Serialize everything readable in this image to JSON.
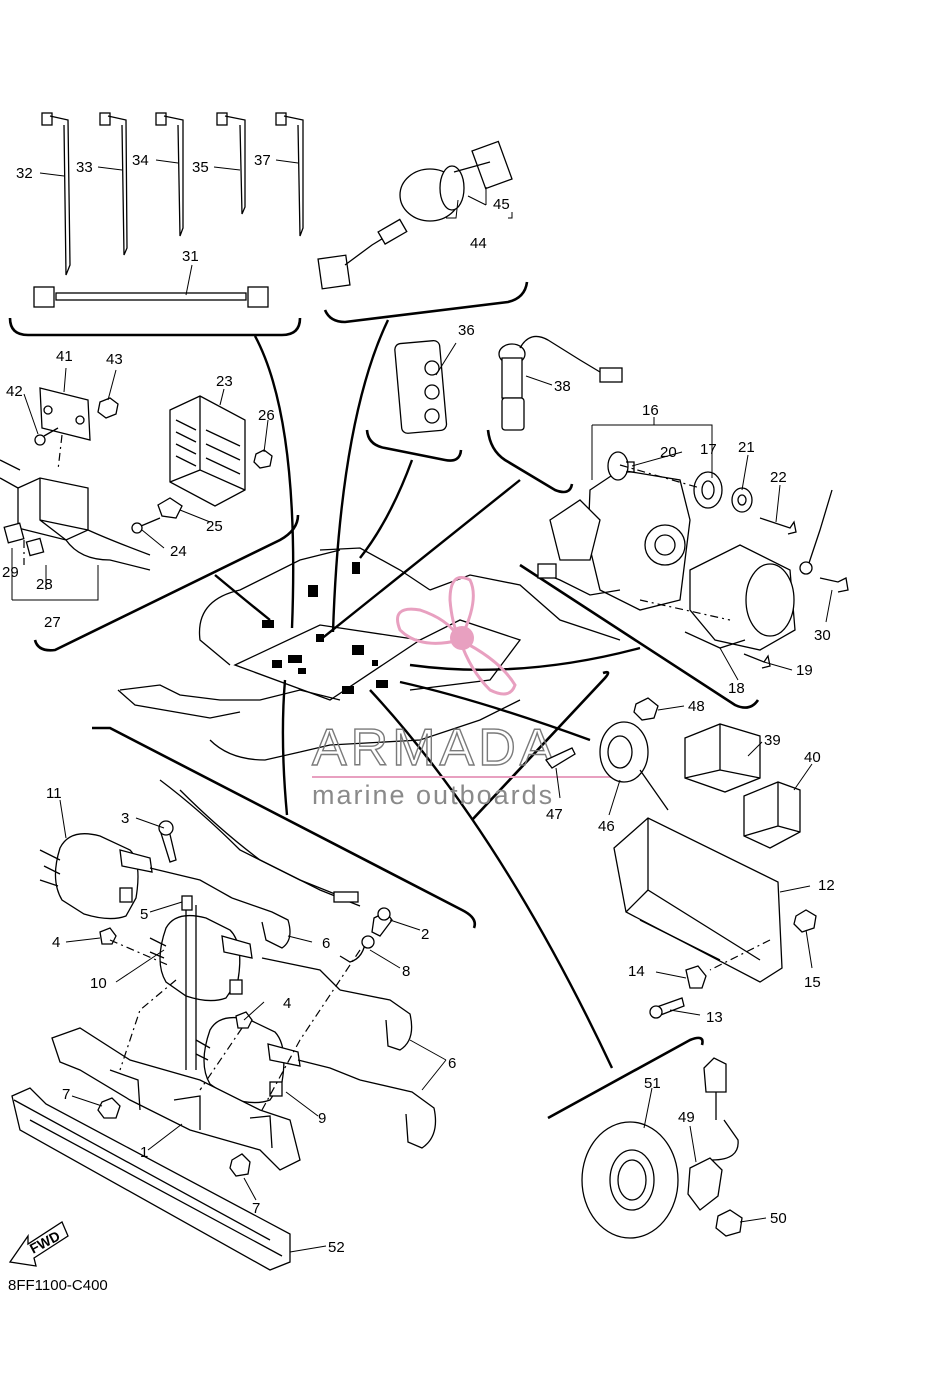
{
  "diagram_code": "8FF1100-C400",
  "watermark": {
    "title": "ARMADA",
    "subtitle": "marine outboards",
    "accent_color": "#e8a0c0"
  },
  "fwd_label": "FWD",
  "part_labels": [
    "1",
    "2",
    "3",
    "4",
    "4",
    "5",
    "6",
    "6",
    "6",
    "7",
    "7",
    "8",
    "9",
    "10",
    "11",
    "12",
    "13",
    "14",
    "15",
    "16",
    "17",
    "18",
    "19",
    "20",
    "21",
    "22",
    "23",
    "24",
    "25",
    "26",
    "27",
    "28",
    "29",
    "30",
    "31",
    "32",
    "33",
    "34",
    "35",
    "36",
    "37",
    "38",
    "39",
    "40",
    "41",
    "42",
    "43",
    "44",
    "45",
    "46",
    "47",
    "48",
    "49",
    "50",
    "51",
    "52"
  ]
}
